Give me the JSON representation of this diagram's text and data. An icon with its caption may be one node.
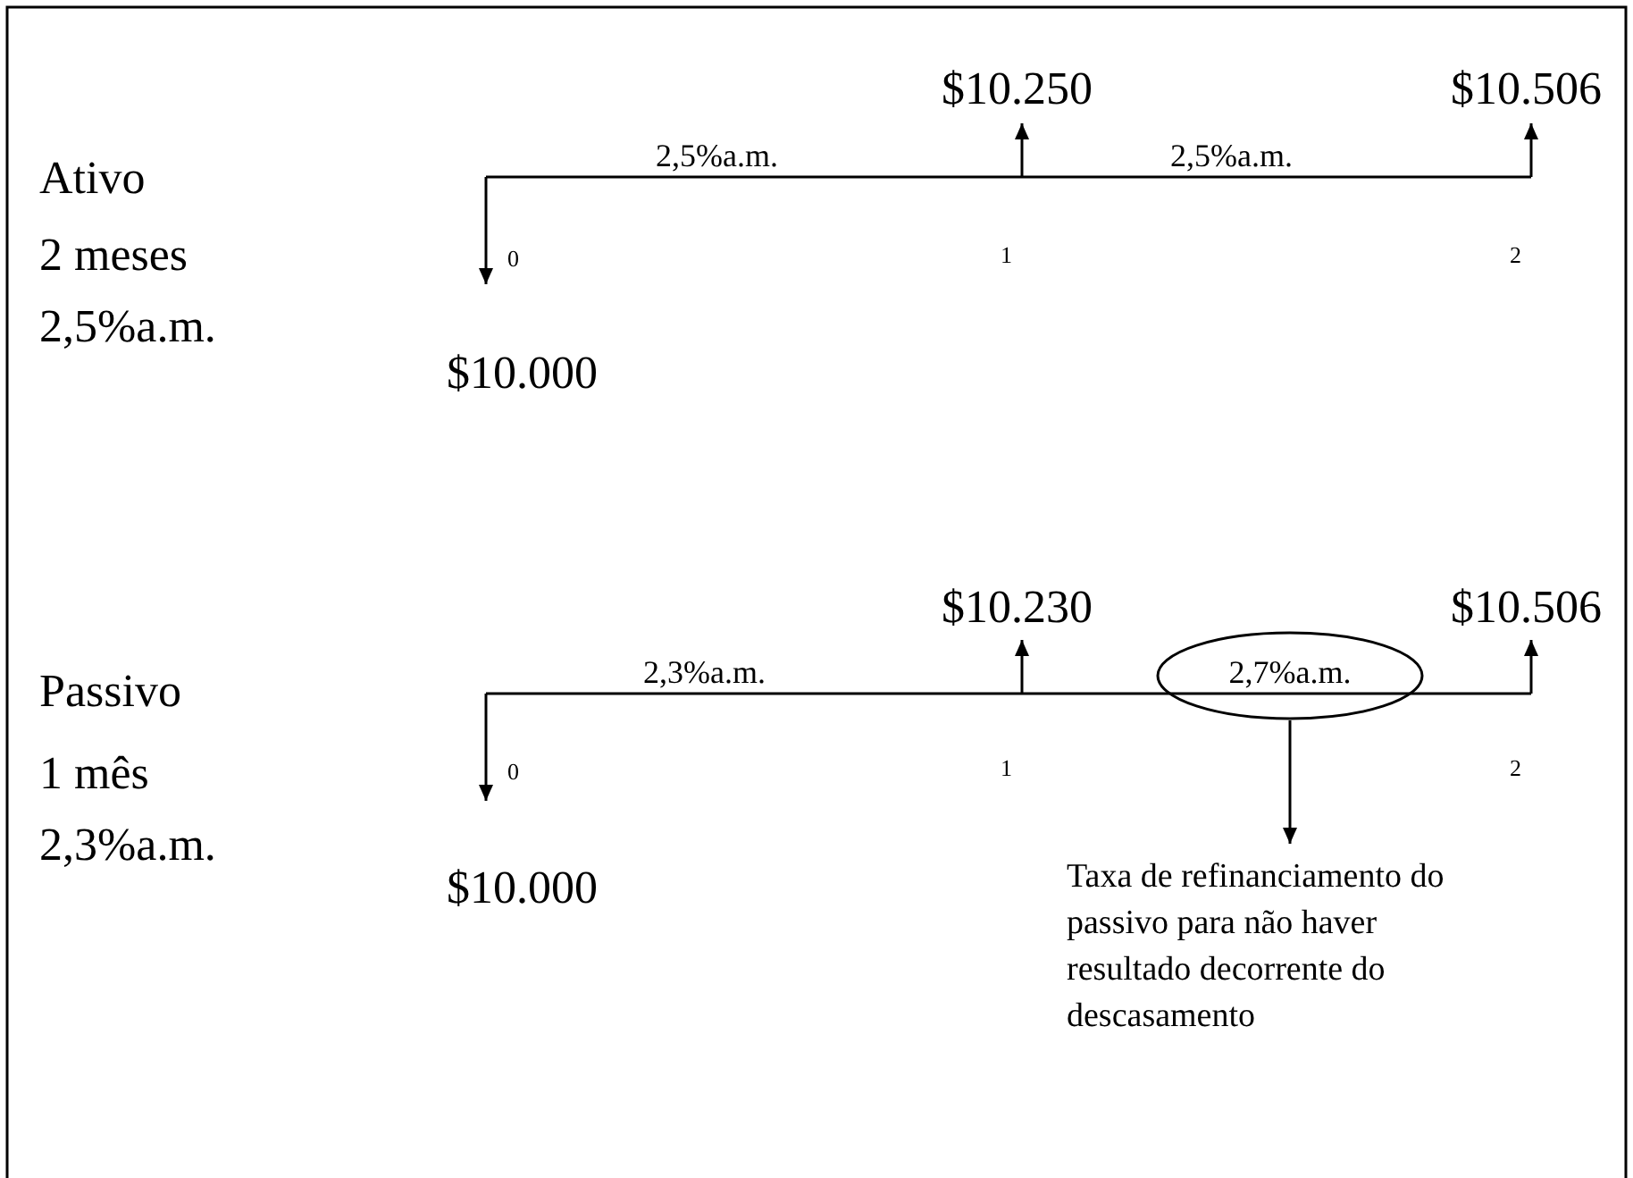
{
  "diagram": {
    "nodes": [
      {
        "text": [
          "2,7%a.m."
        ]
      },
      {
        "text": [
          "Taxa de refinanciamento do passivo para não haver resultado decorrente do descasamento"
        ]
      }
    ],
    "edges": [
      {
        "from": 0,
        "to": 1,
        "arrow": "to"
      }
    ],
    "labels": [
      "$10.250",
      "$10.506",
      "Ativo",
      "2,5%a.m.",
      "2,5%a.m.",
      "2 meses",
      "0",
      "1",
      "2",
      "2,5%a.m.",
      "$10.000",
      "$10.230",
      "$10.506",
      "Passivo",
      "2,3%a.m.",
      "1 mês",
      "0",
      "1",
      "2",
      "2,3%a.m.",
      "$10.000"
    ]
  }
}
